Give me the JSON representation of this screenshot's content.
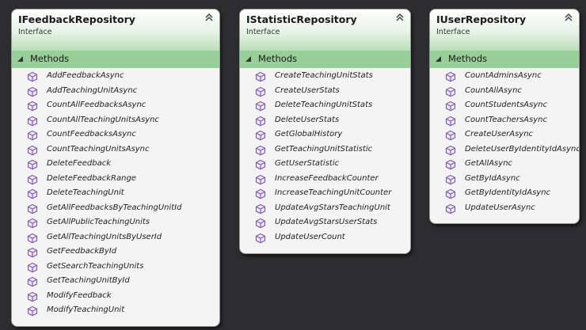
{
  "cards": [
    {
      "title": "IFeedbackRepository",
      "kind": "Interface",
      "section_label": "Methods",
      "methods": [
        "AddFeedbackAsync",
        "AddTeachingUnitAsync",
        "CountAllFeedbacksAsync",
        "CountAllTeachingUnitsAsync",
        "CountFeedbacksAsync",
        "CountTeachingUnitsAsync",
        "DeleteFeedback",
        "DeleteFeedbackRange",
        "DeleteTeachingUnit",
        "GetAllFeedbacksByTeachingUnitId",
        "GetAllPublicTeachingUnits",
        "GetAllTeachingUnitsByUserId",
        "GetFeedbackById",
        "GetSearchTeachingUnits",
        "GetTeachingUnitById",
        "ModifyFeedback",
        "ModifyTeachingUnit"
      ]
    },
    {
      "title": "IStatisticRepository",
      "kind": "Interface",
      "section_label": "Methods",
      "methods": [
        "CreateTeachingUnitStats",
        "CreateUserStats",
        "DeleteTeachingUnitStats",
        "DeleteUserStats",
        "GetGlobalHistory",
        "GetTeachingUnitStatistic",
        "GetUserStatistic",
        "IncreaseFeedbackCounter",
        "IncreaseTeachingUnitCounter",
        "UpdateAvgStarsTeachingUnit",
        "UpdateAvgStarsUserStats",
        "UpdateUserCount"
      ]
    },
    {
      "title": "IUserRepository",
      "kind": "Interface",
      "section_label": "Methods",
      "methods": [
        "CountAdminsAsync",
        "CountAllAsync",
        "CountStudentsAsync",
        "CountTeachersAsync",
        "CreateUserAsync",
        "DeleteUserByIdentityIdAsync",
        "GetAllAsync",
        "GetByIdAsync",
        "GetByIdentityIdAsync",
        "UpdateUserAsync"
      ]
    }
  ],
  "colors": {
    "background": "#2d2d30",
    "section_header": "#98cf98",
    "card_body": "#f4f4f4",
    "method_icon": "#7b5aa6"
  },
  "icons": {
    "collapse": "double-chevron-up-icon",
    "section_toggle": "triangle-expanded-icon",
    "method": "method-cube-icon"
  }
}
